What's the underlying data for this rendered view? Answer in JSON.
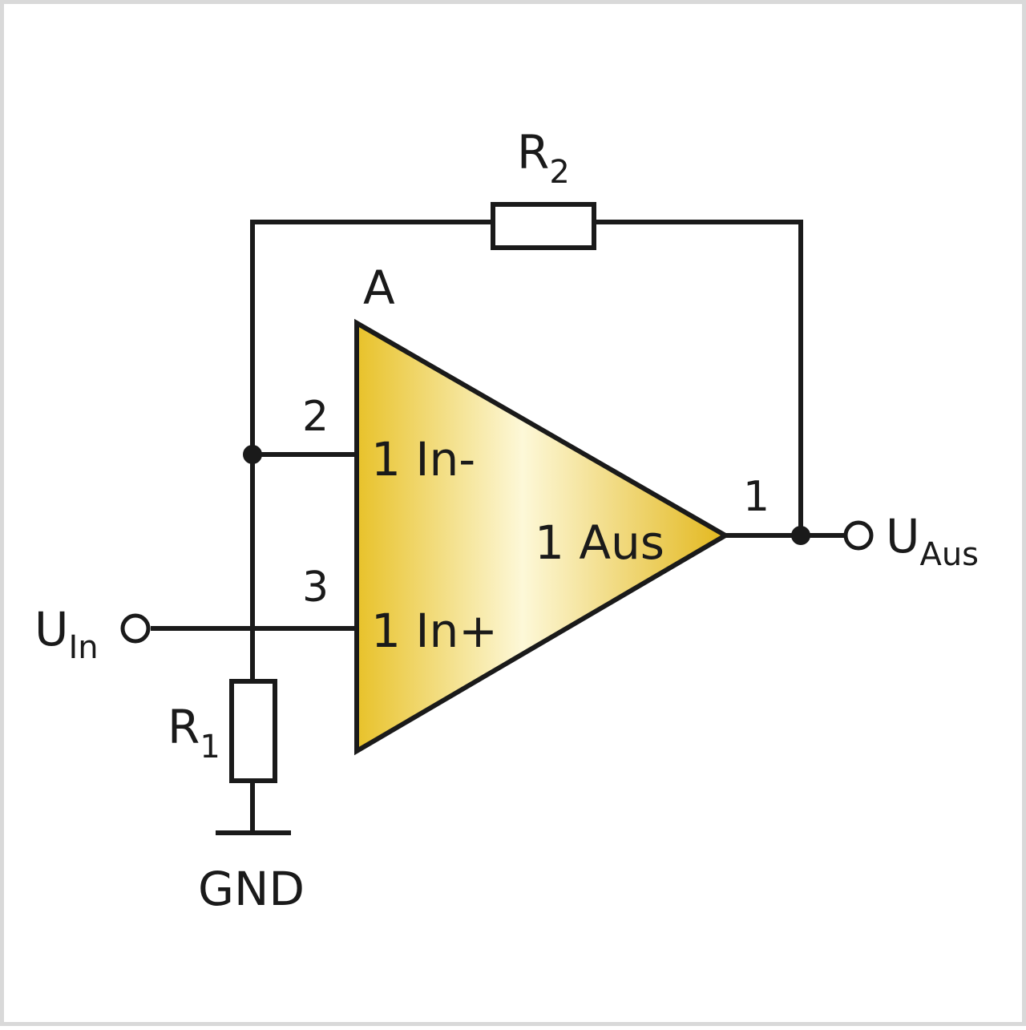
{
  "labels": {
    "r2": {
      "letter": "R",
      "sub": "2"
    },
    "r1": {
      "letter": "R",
      "sub": "1"
    },
    "amp": "A",
    "pin_inv": "2",
    "pin_noninv": "3",
    "pin_out": "1",
    "inv_input": "1 In-",
    "noninv_input": "1 In+",
    "output": "1 Aus",
    "u_in": {
      "letter": "U",
      "sub": "In"
    },
    "u_out": {
      "letter": "U",
      "sub": "Aus"
    },
    "gnd": "GND"
  },
  "colors": {
    "amp_fill_light": "#fdf8d8",
    "amp_fill_dark": "#e8c22a",
    "line": "#1a1a1a",
    "border": "#d9d9d9"
  }
}
